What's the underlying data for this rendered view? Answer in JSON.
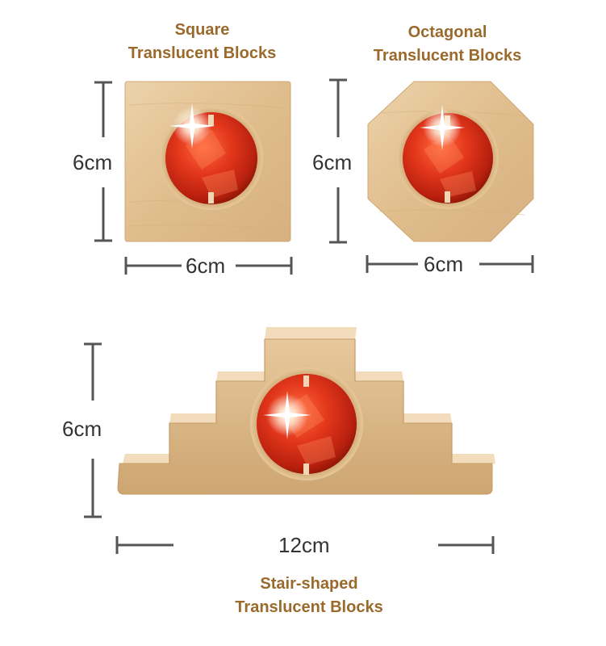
{
  "products": [
    {
      "title_line1": "Square",
      "title_line2": "Translucent Blocks",
      "height_label": "6cm",
      "width_label": "6cm"
    },
    {
      "title_line1": "Octagonal",
      "title_line2": "Translucent Blocks",
      "height_label": "6cm",
      "width_label": "6cm"
    },
    {
      "title_line1": "Stair-shaped",
      "title_line2": "Translucent Blocks",
      "height_label": "6cm",
      "width_label": "12cm"
    }
  ],
  "colors": {
    "title": "#9a6a2c",
    "wood": "#e2c195",
    "wood_edge": "#c9a06c",
    "gem": "#d8321a",
    "dimension_line": "#555555"
  }
}
